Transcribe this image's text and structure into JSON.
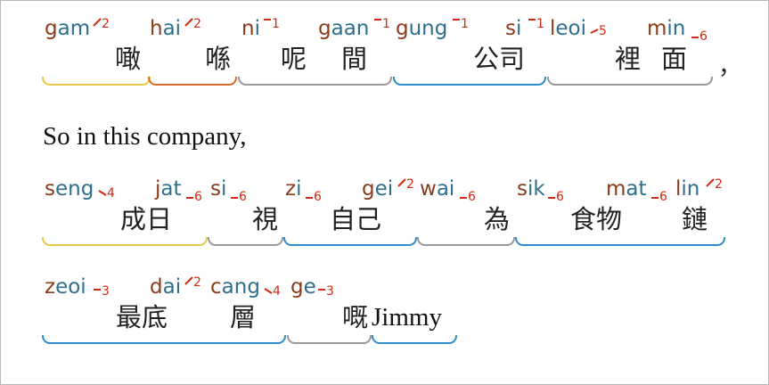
{
  "colors": {
    "initial": "#8a3b1a",
    "final": "#2e6f8e",
    "tone": "#d22a12",
    "underline_yellow": "#e8c84a",
    "underline_orange": "#d86a2a",
    "underline_gray": "#9a9a9a",
    "underline_blue": "#2e8ecb"
  },
  "line1": {
    "punctuation": "，",
    "words": [
      {
        "initial": "g",
        "final": "am",
        "tone": "2",
        "chars": "噉"
      },
      {
        "initial": "h",
        "final": "ai",
        "tone": "2",
        "chars": "喺"
      },
      {
        "initial": "n",
        "final": "i",
        "tone": "1",
        "chars": "呢"
      },
      {
        "initial": "g",
        "final": "aan",
        "tone": "1",
        "chars": "間"
      },
      {
        "initial": "g",
        "final": "ung",
        "tone": "1",
        "chars": ""
      },
      {
        "initial": "s",
        "final": "i",
        "tone": "1",
        "chars": "公司"
      },
      {
        "initial": "l",
        "final": "eoi",
        "tone": "5",
        "chars": "裡"
      },
      {
        "initial": "m",
        "final": "in",
        "tone": "6",
        "chars": "面"
      }
    ]
  },
  "translation": "So in this company,",
  "line2": {
    "words": [
      {
        "initial": "s",
        "final": "eng",
        "tone": "4",
        "chars": ""
      },
      {
        "initial": "j",
        "final": "at",
        "tone": "6",
        "chars": "成日"
      },
      {
        "initial": "s",
        "final": "i",
        "tone": "6",
        "chars": "視"
      },
      {
        "initial": "z",
        "final": "i",
        "tone": "6",
        "chars": ""
      },
      {
        "initial": "g",
        "final": "ei",
        "tone": "2",
        "chars": "自己"
      },
      {
        "initial": "w",
        "final": "ai",
        "tone": "6",
        "chars": "為"
      },
      {
        "initial": "s",
        "final": "ik",
        "tone": "6",
        "chars": ""
      },
      {
        "initial": "m",
        "final": "at",
        "tone": "6",
        "chars": "食物"
      },
      {
        "initial": "l",
        "final": "in",
        "tone": "2",
        "chars": "鏈"
      }
    ]
  },
  "line3": {
    "words": [
      {
        "initial": "z",
        "final": "eoi",
        "tone": "3",
        "chars": ""
      },
      {
        "initial": "d",
        "final": "ai",
        "tone": "2",
        "chars": "最底"
      },
      {
        "initial": "c",
        "final": "ang",
        "tone": "4",
        "chars": "層"
      },
      {
        "initial": "g",
        "final": "e",
        "tone": "3",
        "chars": "嘅"
      }
    ],
    "latin": "Jimmy"
  }
}
